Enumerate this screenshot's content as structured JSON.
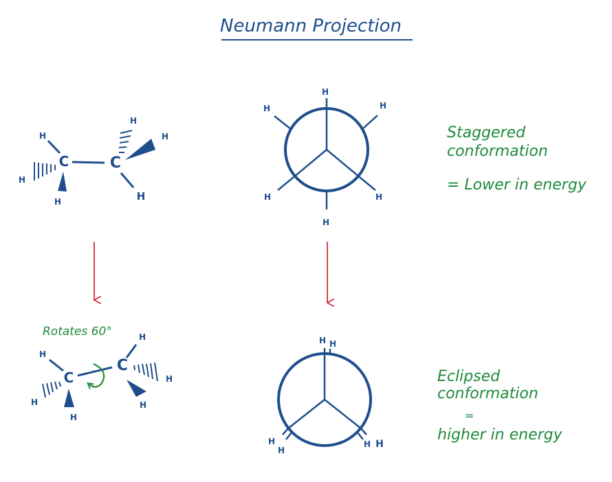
{
  "title": "Neumann Projection",
  "colors": {
    "ink": "#1e4e8c",
    "note": "#1f8a3b",
    "arrow": "#d62b3a"
  },
  "atoms": {
    "carbon": "C",
    "hydrogen": "H"
  },
  "staggered": {
    "label_line1": "Staggered",
    "label_line2": "conformation",
    "label_line3": "= Lower in energy"
  },
  "eclipsed": {
    "label_line1": "Eclipsed",
    "label_line2": "conformation",
    "label_equals": "=",
    "label_line3": "higher in energy"
  },
  "rotation_note": "Rotates 60°"
}
